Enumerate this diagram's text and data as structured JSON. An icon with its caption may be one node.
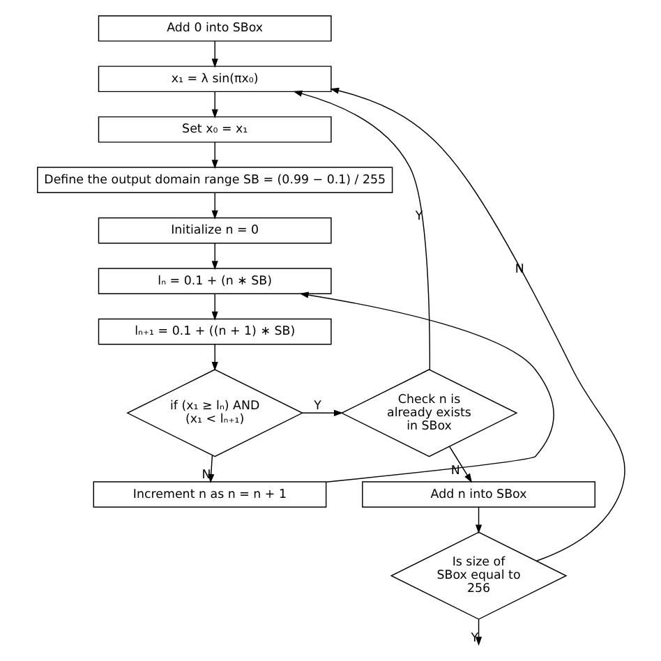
{
  "diagram": {
    "nodes": [
      {
        "text": [
          "Add 0 into SBox"
        ]
      },
      {
        "text": [
          "x₁ = λ sin(πx₀)"
        ]
      },
      {
        "text": [
          "Set x₀ = x₁"
        ]
      },
      {
        "text": [
          "Define the output domain range SB = (0.99 − 0.1) / 255"
        ]
      },
      {
        "text": [
          "Initialize n = 0"
        ]
      },
      {
        "text": [
          "lₙ = 0.1 + (n ∗ SB)"
        ]
      },
      {
        "text": [
          "lₙ₊₁ = 0.1 + ((n + 1) ∗ SB)"
        ]
      },
      {
        "text": [
          "if (x₁ ≥ lₙ) AND (x₁ < lₙ₊₁)"
        ]
      },
      {
        "text": [
          "Check n is already exists in SBox"
        ]
      },
      {
        "text": [
          "Increment n as n = n + 1"
        ]
      },
      {
        "text": [
          "Add n into SBox"
        ]
      },
      {
        "text": [
          "Is size of SBox equal to 256"
        ]
      }
    ],
    "edges": [
      {
        "from": 0,
        "to": 1,
        "arrow": "to"
      },
      {
        "from": 1,
        "to": 2,
        "arrow": "to"
      },
      {
        "from": 2,
        "to": 3,
        "arrow": "to"
      },
      {
        "from": 3,
        "to": 4,
        "arrow": "to"
      },
      {
        "from": 4,
        "to": 5,
        "arrow": "to"
      },
      {
        "from": 5,
        "to": 6,
        "arrow": "to"
      },
      {
        "from": 6,
        "to": 7,
        "arrow": "to"
      },
      {
        "from": 7,
        "to": 8,
        "arrow": "to",
        "label": "Y"
      },
      {
        "from": 7,
        "to": 9,
        "arrow": "to",
        "label": "N"
      },
      {
        "from": 9,
        "to": 5,
        "arrow": "to"
      },
      {
        "from": 8,
        "to": 1,
        "arrow": "to",
        "label": "Y"
      },
      {
        "from": 8,
        "to": 10,
        "arrow": "to",
        "label": "N"
      },
      {
        "from": 10,
        "to": 11,
        "arrow": "to"
      },
      {
        "from": 11,
        "to": 1,
        "arrow": "to",
        "label": "N"
      },
      {
        "from": 11,
        "to": null,
        "arrow": "to",
        "label": "Y"
      }
    ]
  }
}
